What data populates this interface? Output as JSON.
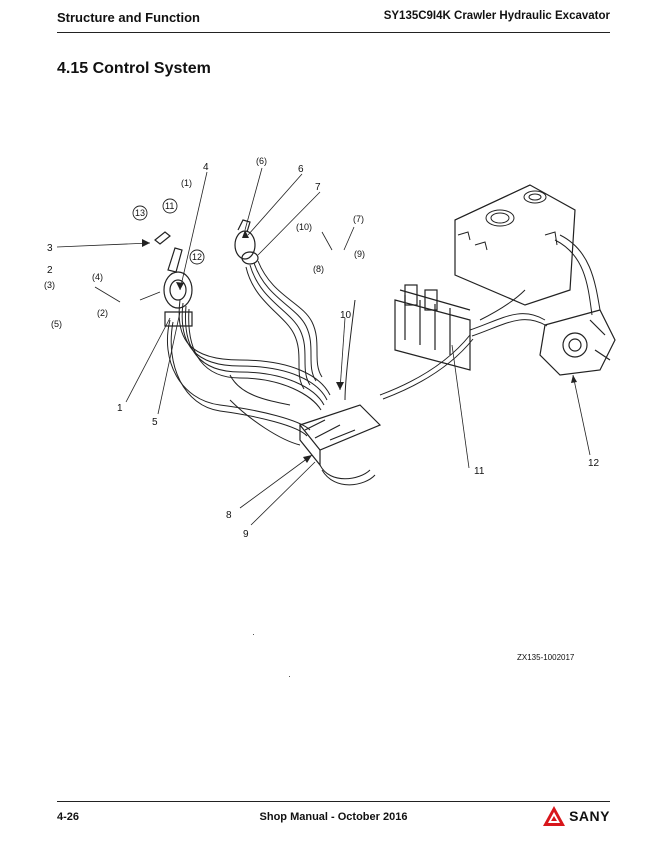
{
  "header": {
    "left": "Structure and Function",
    "right": "SY135C9I4K Crawler Hydraulic Excavator"
  },
  "section": {
    "title": "4.15  Control System"
  },
  "diagram": {
    "labels": {
      "l1": "1",
      "l2": "2",
      "l3": "3",
      "l4": "4",
      "l5": "5",
      "l6": "6",
      "l7": "7",
      "l8": "8",
      "l9": "9",
      "l10": "10",
      "l11": "11",
      "l12": "12",
      "p1": "(1)",
      "p2": "(2)",
      "p3": "(3)",
      "p4": "(4)",
      "p5": "(5)",
      "p6": "(6)",
      "p7": "(7)",
      "p8": "(8)",
      "p9": "(9)",
      "p10": "(10)",
      "c11": "11",
      "c12": "12",
      "c13": "13"
    },
    "figure_code": "ZX135-1002017"
  },
  "footer": {
    "page_number": "4-26",
    "manual": "Shop Manual - October 2016",
    "brand": "SANY",
    "brand_color": "#d8161b"
  }
}
